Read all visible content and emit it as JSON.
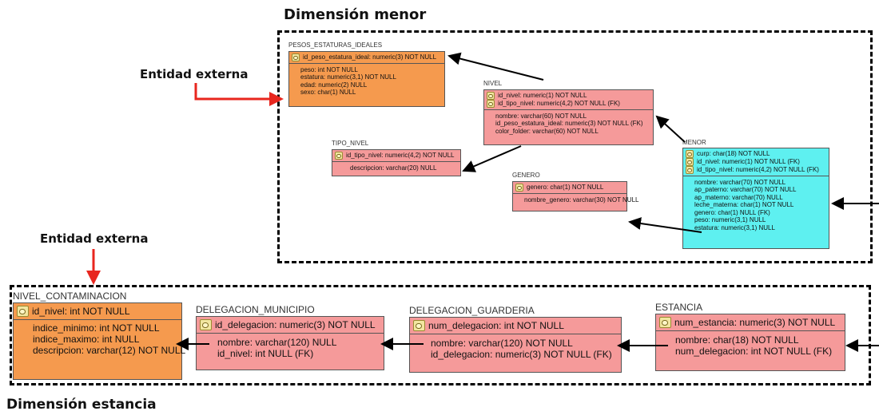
{
  "headings": {
    "dimension_menor": "Dimensión menor",
    "dimension_estancia": "Dimensión estancia"
  },
  "callouts": {
    "external_top": "Entidad externa",
    "external_bottom": "Entidad externa"
  },
  "colors": {
    "external_entity": "#f59a4e",
    "fact_entity": "#f59a9a",
    "central_entity": "#5ef0f0",
    "callout_arrow": "#e8261e",
    "dashed_border": "#000000"
  },
  "menor": {
    "pesos": {
      "name": "PESOS_ESTATURAS_IDEALES",
      "pk": [
        "id_peso_estatura_ideal: numeric(3) NOT NULL"
      ],
      "fields": [
        "peso: int NOT NULL",
        "estatura: numeric(3,1) NOT NULL",
        "edad: numeric(2) NULL",
        "sexo: char(1) NULL"
      ]
    },
    "nivel": {
      "name": "NIVEL",
      "pk": [
        "id_nivel: numeric(1) NOT NULL",
        "id_tipo_nivel: numeric(4,2) NOT NULL (FK)"
      ],
      "fields": [
        "nombre: varchar(60) NOT NULL",
        "id_peso_estatura_ideal: numeric(3) NOT NULL (FK)",
        "color_folder: varchar(60) NOT NULL"
      ]
    },
    "tipo_nivel": {
      "name": "TIPO_NIVEL",
      "pk": [
        "id_tipo_nivel: numeric(4,2) NOT NULL"
      ],
      "fields": [
        "descripcion: varchar(20) NULL"
      ]
    },
    "genero": {
      "name": "GENERO",
      "pk": [
        "genero: char(1) NOT NULL"
      ],
      "fields": [
        "nombre_genero: varchar(30) NOT NULL"
      ]
    },
    "menor": {
      "name": "MENOR",
      "pk": [
        "curp: char(18) NOT NULL",
        "id_nivel: numeric(1) NOT NULL (FK)",
        "id_tipo_nivel: numeric(4,2) NOT NULL (FK)"
      ],
      "fields": [
        "nombre: varchar(70) NOT NULL",
        "ap_paterno: varchar(70) NOT NULL",
        "ap_materno: varchar(70) NULL",
        "leche_materna: char(1) NOT NULL",
        "genero: char(1) NULL (FK)",
        "peso: numeric(3,1) NULL",
        "estatura: numeric(3,1) NULL"
      ]
    }
  },
  "estancia": {
    "nivel_contaminacion": {
      "name": "NIVEL_CONTAMINACION",
      "pk": [
        "id_nivel: int NOT NULL"
      ],
      "fields": [
        "indice_minimo: int NOT NULL",
        "indice_maximo: int NULL",
        "descripcion: varchar(12) NOT NULL"
      ]
    },
    "delegacion_municipio": {
      "name": "DELEGACION_MUNICIPIO",
      "pk": [
        "id_delegacion: numeric(3) NOT NULL"
      ],
      "fields": [
        "nombre: varchar(120) NULL",
        "id_nivel: int NULL (FK)"
      ]
    },
    "delegacion_guarderia": {
      "name": "DELEGACION_GUARDERIA",
      "pk": [
        "num_delegacion: int NOT NULL"
      ],
      "fields": [
        "nombre: varchar(120) NOT NULL",
        "id_delegacion: numeric(3) NOT NULL (FK)"
      ]
    },
    "estancia": {
      "name": "ESTANCIA",
      "pk": [
        "num_estancia: numeric(3) NOT NULL"
      ],
      "fields": [
        "nombre: char(18) NOT NULL",
        "num_delegacion: int NOT NULL (FK)"
      ]
    }
  }
}
